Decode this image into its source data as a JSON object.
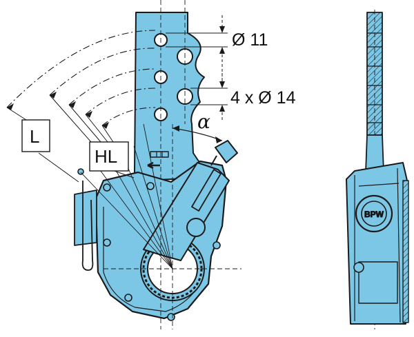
{
  "labels": {
    "hole_small": "Ø 11",
    "hole_large": "4 x Ø 14",
    "angle": "α",
    "length": "L",
    "hole_length": "HL",
    "brand": "BPW"
  },
  "colors": {
    "body": "#7cc7e6",
    "outline": "#1a1a1a",
    "background": "#ffffff"
  }
}
